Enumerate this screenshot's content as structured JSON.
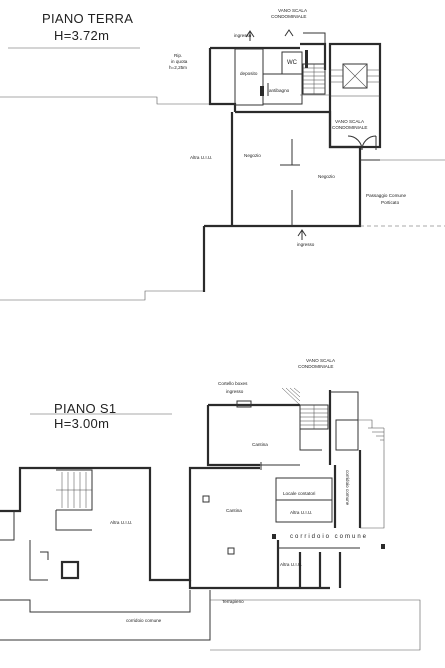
{
  "ground_floor": {
    "title": "PIANO TERRA",
    "height": "H=3.72m",
    "labels": {
      "vano_scala_top_1": "VANO SCALA",
      "vano_scala_top_2": "CONDOMINIALE",
      "ingresso_top": "ingresso",
      "rip_1": "Rip.",
      "rip_2": "in quota",
      "rip_3": "h=2,25m",
      "deposito": "deposito",
      "wc": "WC",
      "antibagno": "antibagno",
      "vano_scala_right_1": "VANO SCALA",
      "vano_scala_right_2": "CONDOMINIALE",
      "altra_uiu": "Altra U.I.U.",
      "negozio_left": "Negozio",
      "negozio_right": "Negozio",
      "passaggio_1": "Passaggio Comune",
      "passaggio_2": "Porticato",
      "ingresso_bottom": "ingresso"
    }
  },
  "basement_floor": {
    "title": "PIANO S1",
    "height": "H=3.00m",
    "labels": {
      "vano_scala_1": "VANO SCALA",
      "vano_scala_2": "CONDOMINIALE",
      "cortello_1": "Cortello boxes",
      "cortello_2": "ingresso",
      "cantina_top": "Cantina",
      "corridoio_comune_vert": "corridoio comune",
      "locale_contatori": "Locale contatori",
      "altra_uiu_small": "Altra U.I.U.",
      "altra_uiu_left": "Altra U.I.U.",
      "cantina_mid": "Cantina",
      "corridoio_comune_h": "corridoio comune",
      "altra_uiu_bottom": "Altra U.I.U.",
      "terrapieno": "Terrapieno",
      "corridoio_comune_bottom": "corridoio comune"
    }
  }
}
